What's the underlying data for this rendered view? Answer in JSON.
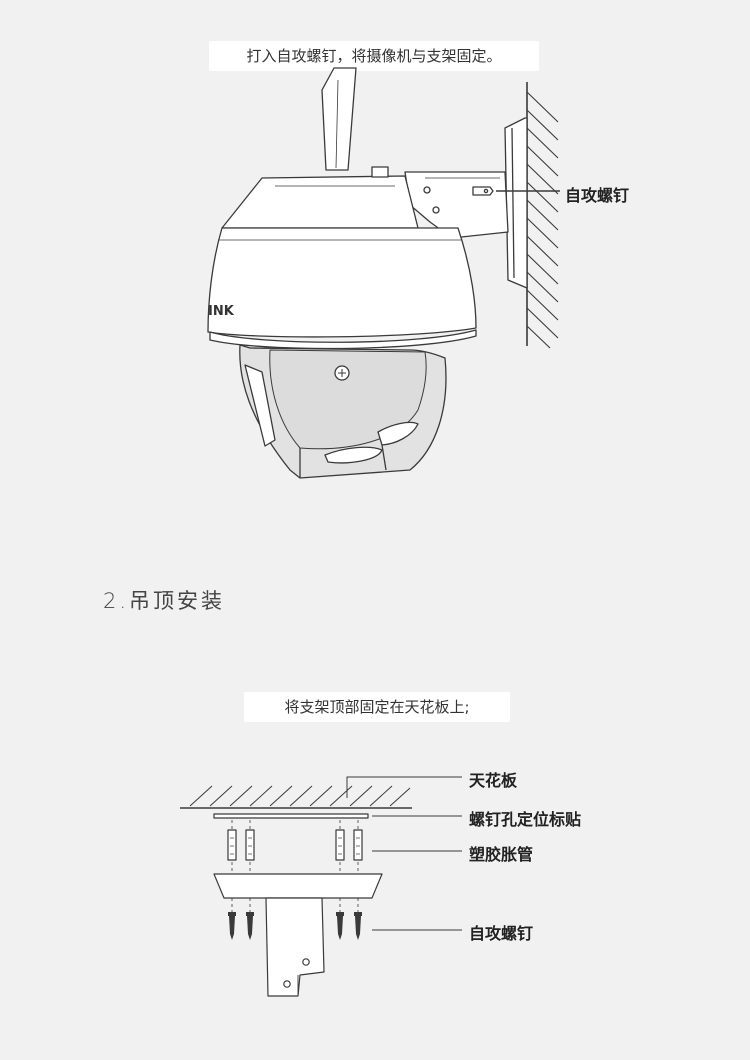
{
  "wall_mount": {
    "caption": "打入自攻螺钉，将摄像机与支架固定。",
    "screw_label": "自攻螺钉",
    "brand_mark": "INK"
  },
  "section": {
    "title": "2.吊顶安装"
  },
  "ceiling_mount": {
    "caption": "将支架顶部固定在天花板上;",
    "labels": {
      "ceiling": "天花板",
      "hole_sticker": "螺钉孔定位标贴",
      "anchor": "塑胶胀管",
      "screw": "自攻螺钉"
    }
  },
  "colors": {
    "background": "#f1f1f1",
    "line": "#3a3a3a",
    "shade": "#e2e2e2"
  }
}
